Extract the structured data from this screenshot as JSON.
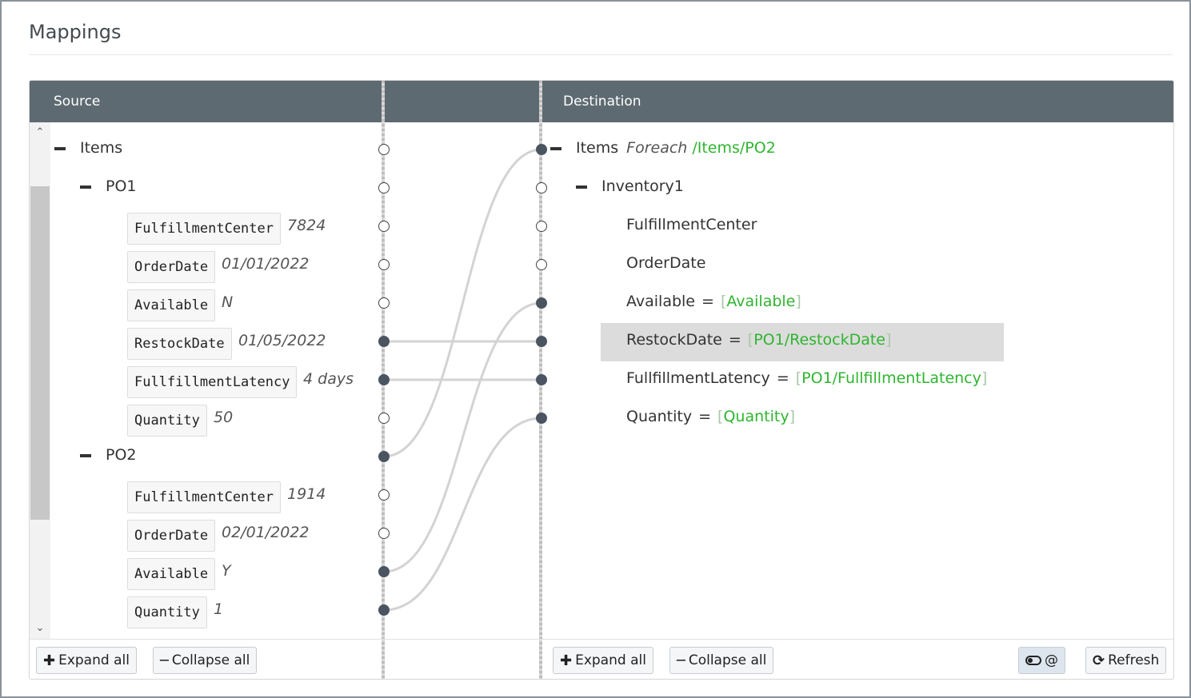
{
  "page": {
    "title": "Mappings"
  },
  "source": {
    "header": "Source",
    "tree": [
      {
        "id": "items",
        "label": "Items",
        "level": 0,
        "collapsible": true,
        "connected": false
      },
      {
        "id": "po1",
        "label": "PO1",
        "level": 1,
        "collapsible": true,
        "connected": false
      },
      {
        "id": "po1-fc",
        "key": "FulfillmentCenter",
        "value": "7824",
        "level": 2,
        "connected": false
      },
      {
        "id": "po1-od",
        "key": "OrderDate",
        "value": "01/01/2022",
        "level": 2,
        "connected": false
      },
      {
        "id": "po1-av",
        "key": "Available",
        "value": "N",
        "level": 2,
        "connected": false
      },
      {
        "id": "po1-rd",
        "key": "RestockDate",
        "value": "01/05/2022",
        "level": 2,
        "connected": true
      },
      {
        "id": "po1-fl",
        "key": "FullfillmentLatency",
        "value": "4 days",
        "level": 2,
        "connected": true
      },
      {
        "id": "po1-qt",
        "key": "Quantity",
        "value": "50",
        "level": 2,
        "connected": false
      },
      {
        "id": "po2",
        "label": "PO2",
        "level": 1,
        "collapsible": true,
        "connected": true
      },
      {
        "id": "po2-fc",
        "key": "FulfillmentCenter",
        "value": "1914",
        "level": 2,
        "connected": false
      },
      {
        "id": "po2-od",
        "key": "OrderDate",
        "value": "02/01/2022",
        "level": 2,
        "connected": false
      },
      {
        "id": "po2-av",
        "key": "Available",
        "value": "Y",
        "level": 2,
        "connected": true
      },
      {
        "id": "po2-qt",
        "key": "Quantity",
        "value": "1",
        "level": 2,
        "connected": true
      }
    ],
    "expand_all": "Expand all",
    "collapse_all": "Collapse all"
  },
  "destination": {
    "header": "Destination",
    "tree": [
      {
        "id": "d-items",
        "label": "Items",
        "level": 0,
        "collapsible": true,
        "connected": true,
        "foreach": "Foreach",
        "foreach_path": "/Items/PO2"
      },
      {
        "id": "d-inv",
        "label": "Inventory1",
        "level": 1,
        "collapsible": true,
        "connected": false
      },
      {
        "id": "d-fc",
        "label": "FulfillmentCenter",
        "level": 2,
        "connected": false
      },
      {
        "id": "d-od",
        "label": "OrderDate",
        "level": 2,
        "connected": false
      },
      {
        "id": "d-av",
        "label": "Available",
        "level": 2,
        "connected": true,
        "expr": "Available"
      },
      {
        "id": "d-rd",
        "label": "RestockDate",
        "level": 2,
        "connected": true,
        "expr": "PO1/RestockDate",
        "selected": true
      },
      {
        "id": "d-fl",
        "label": "FullfillmentLatency",
        "level": 2,
        "connected": true,
        "expr": "PO1/FullfillmentLatency"
      },
      {
        "id": "d-qt",
        "label": "Quantity",
        "level": 2,
        "connected": true,
        "expr": "Quantity"
      }
    ],
    "expand_all": "Expand all",
    "collapse_all": "Collapse all",
    "toggle_symbol": "@",
    "refresh": "Refresh"
  },
  "mappings": [
    {
      "from": "po2",
      "to": "d-items"
    },
    {
      "from": "po1-rd",
      "to": "d-rd"
    },
    {
      "from": "po1-fl",
      "to": "d-fl"
    },
    {
      "from": "po2-av",
      "to": "d-av"
    },
    {
      "from": "po2-qt",
      "to": "d-qt"
    }
  ],
  "colors": {
    "header_bg": "#5e6a72",
    "expr_green": "#2fb52f",
    "node_filled": "#4a5561",
    "link": "#d3d3d3",
    "selected_row": "#dcdcdc"
  },
  "icons": {
    "collapse": "minus-icon",
    "expand_all": "plus-icon",
    "collapse_all": "minus-icon",
    "refresh": "refresh-icon",
    "toggle": "toggle-icon",
    "scroll_up": "chevron-up-icon",
    "scroll_down": "chevron-down-icon"
  }
}
